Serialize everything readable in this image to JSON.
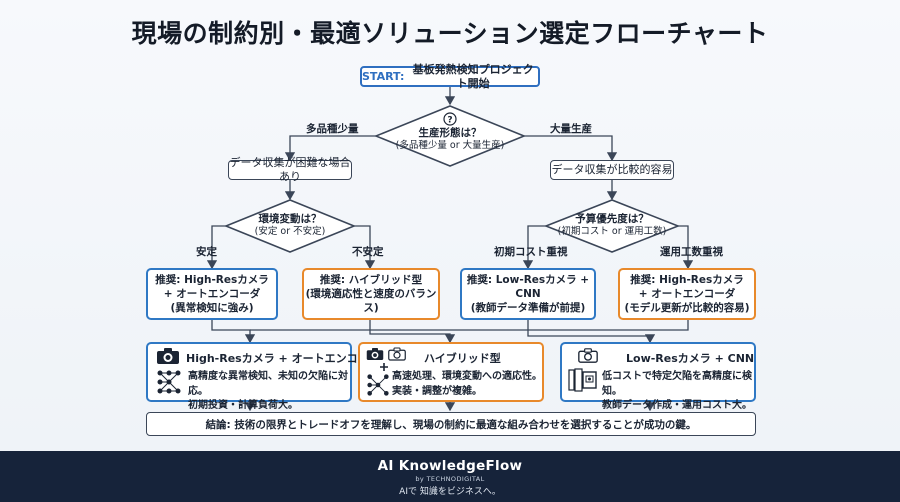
{
  "title": "現場の制約別・最適ソリューション選定フローチャート",
  "start": {
    "prefix": "START:",
    "text": "基板発熱検知プロジェクト開始"
  },
  "q1": {
    "icon": "question-icon",
    "text": "生産形態は？",
    "sub": "(多品種少量 or 大量生産)",
    "left": "多品種少量",
    "right": "大量生産"
  },
  "left_box": "データ収集が困難な場合あり",
  "right_box": "データ収集が比較的容易",
  "q2": {
    "text": "環境変動は？",
    "sub": "(安定 or 不安定)",
    "left": "安定",
    "right": "不安定"
  },
  "q3": {
    "text": "予算優先度は？",
    "sub": "(初期コスト or 運用工数)",
    "left": "初期コスト重視",
    "right": "運用工数重視"
  },
  "rec": [
    {
      "l1": "推奨: High-Resカメラ",
      "l2": "+ オートエンコーダ",
      "l3": "(異常検知に強み)"
    },
    {
      "l1": "推奨: ハイブリッド型",
      "l2": "(環境適応性と速度のバランス)"
    },
    {
      "l1": "推奨: Low-Resカメラ + CNN",
      "l2": "(教師データ準備が前提)"
    },
    {
      "l1": "推奨: High-Resカメラ",
      "l2": "+ オートエンコーダ",
      "l3": "(モデル更新が比較的容易)"
    }
  ],
  "results": [
    {
      "title": "High-Resカメラ + オートエンコーダ",
      "d1": "高精度な異常検知、未知の欠陥に対応。",
      "d2": "初期投資・計算負荷大。"
    },
    {
      "title": "ハイブリッド型",
      "d1": "高速処理、環境変動への適応性。",
      "d2": "実装・調整が複雑。"
    },
    {
      "title": "Low-Resカメラ + CNN",
      "d1": "低コストで特定欠陥を高精度に検知。",
      "d2": "教師データ作成・運用コスト大。"
    }
  ],
  "conclusion": "結論: 技術の限界とトレードオフを理解し、現場の制約に最適な組み合わせを選択することが成功の鍵。",
  "footer": {
    "brand": "AI KnowledgeFlow",
    "by": "by TECHNODIGITAL",
    "tagline": "AIで 知識をビジネスへ。"
  },
  "colors": {
    "blue": "#2f78c4",
    "orange": "#e8892b",
    "footer_bg": "#16233a"
  }
}
